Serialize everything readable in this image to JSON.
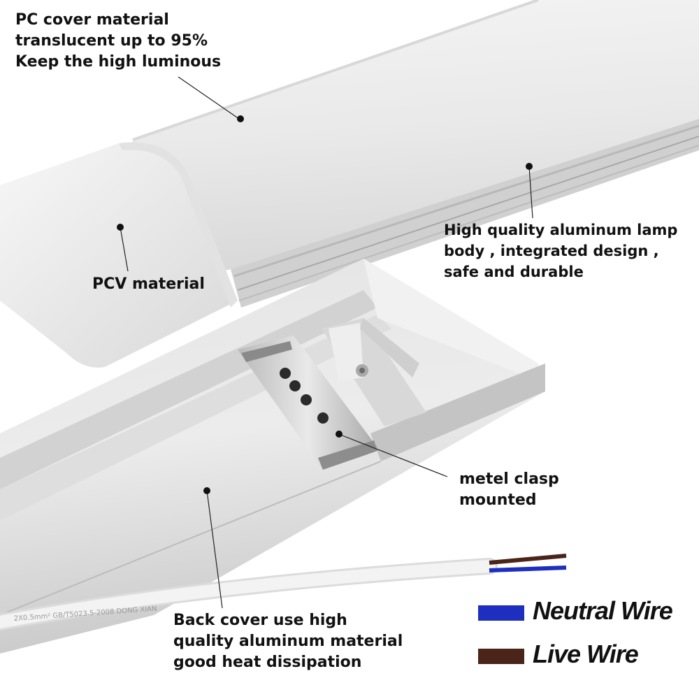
{
  "callouts": {
    "pc_cover": [
      "PC cover material",
      "translucent up to 95%",
      "Keep the high luminous"
    ],
    "pcv": [
      "PCV material"
    ],
    "lamp_body": [
      "High quality aluminum lamp",
      "body , integrated design ,",
      "safe and durable"
    ],
    "clasp": [
      "metel clasp",
      "mounted"
    ],
    "back_cover": [
      "Back cover use high",
      "quality aluminum material",
      "good heat dissipation"
    ]
  },
  "cable_print": "2X0.5mm²  GB/T5023.5-2008  DONG  XIAN",
  "legend": [
    {
      "label": "Neutral Wire",
      "color": "#1e2fbf"
    },
    {
      "label": "Live Wire",
      "color": "#4a2418"
    }
  ],
  "colors": {
    "neutral": "#1e2fbf",
    "live": "#4a2418"
  }
}
